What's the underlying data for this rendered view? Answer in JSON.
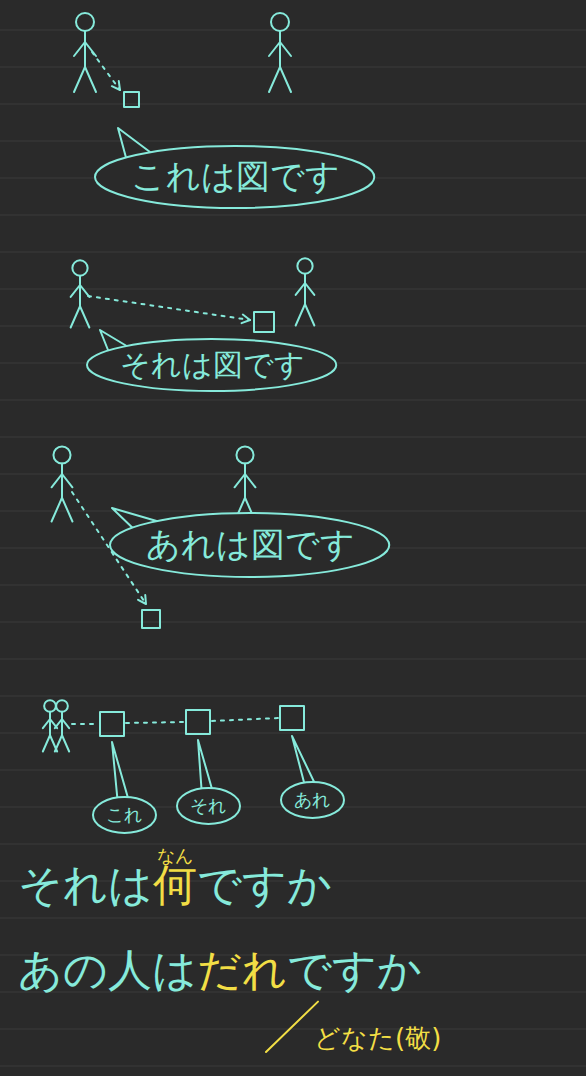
{
  "diagram": {
    "nodes": [
      {
        "text": [
          "これは図です"
        ]
      },
      {
        "text": [
          "それは図です"
        ]
      },
      {
        "text": [
          "あれは図です"
        ]
      },
      {
        "text": [
          "これ"
        ]
      },
      {
        "text": [
          "それ"
        ]
      },
      {
        "text": [
          "あれ"
        ]
      }
    ],
    "labels": [
      "なん",
      "それは",
      "何",
      "ですか",
      "あの人は",
      "だれ",
      "ですか",
      "どなた(敬)"
    ]
  }
}
